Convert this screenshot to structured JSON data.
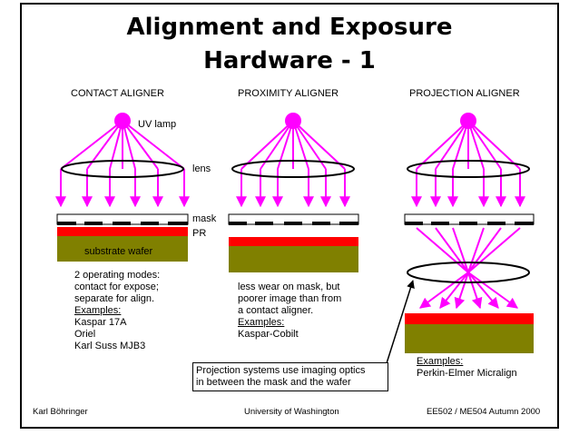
{
  "title_line1": "Alignment and Exposure",
  "title_line2": "Hardware - 1",
  "columns": {
    "contact": "CONTACT ALIGNER",
    "proximity": "PROXIMITY ALIGNER",
    "projection": "PROJECTION ALIGNER"
  },
  "labels": {
    "uv_lamp": "UV lamp",
    "lens": "lens",
    "mask": "mask",
    "pr": "PR",
    "substrate": "substrate wafer"
  },
  "contact_text": {
    "line1": "2 operating modes:",
    "line2": "contact for expose;",
    "line3": "separate for align.",
    "examples_label": "Examples:",
    "examples": [
      "Kaspar 17A",
      "Oriel",
      "Karl Suss MJB3"
    ]
  },
  "proximity_text": {
    "line1": "less wear on mask, but",
    "line2": "poorer image than from",
    "line3": "a contact aligner.",
    "examples_label": "Examples:",
    "example1": "Kaspar-Cobilt"
  },
  "projection_text": {
    "examples_label": "Examples:",
    "example1": "Perkin-Elmer Micralign"
  },
  "callout": {
    "line1": "Projection systems use imaging optics",
    "line2": "in between the mask and the wafer"
  },
  "footer": {
    "left": "Karl Böhringer",
    "center": "University of Washington",
    "right": "EE502 / ME504   Autumn 2000"
  },
  "colors": {
    "lamp": "#ff00ff",
    "ray": "#ff00ff",
    "pr": "#ff0000",
    "substrate": "#808000",
    "mask_dark": "#000000"
  }
}
